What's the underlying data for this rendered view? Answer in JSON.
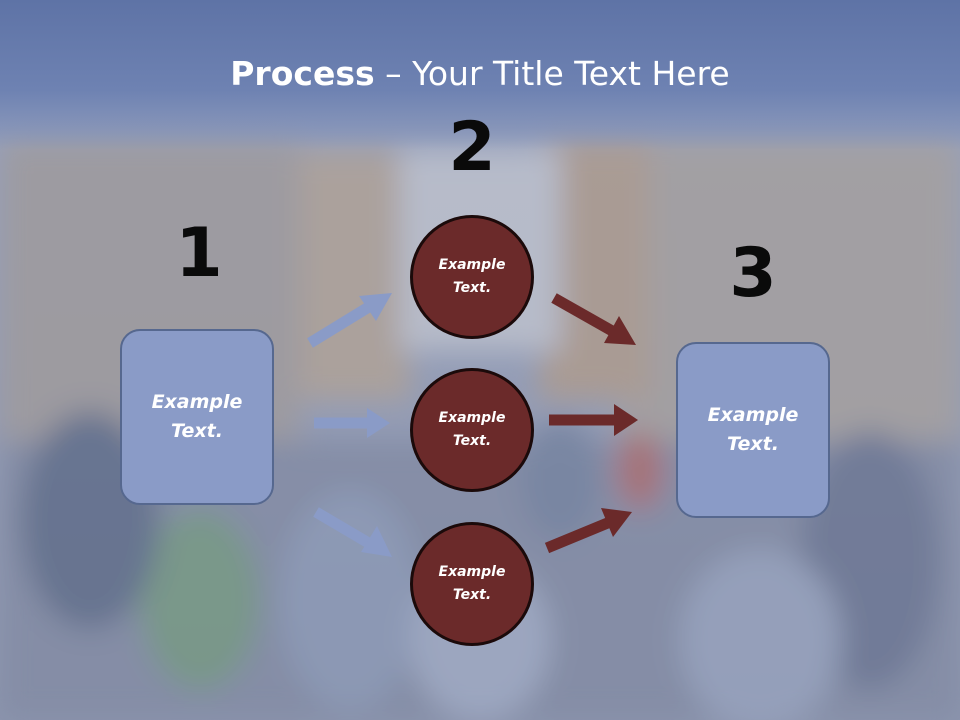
{
  "title": {
    "bold": "Process",
    "rest": " – Your Title Text Here"
  },
  "steps": [
    {
      "number": "1",
      "label": "Example Text."
    },
    {
      "number": "2",
      "label": ""
    },
    {
      "number": "3",
      "label": "Example Text."
    }
  ],
  "circles": [
    {
      "label": "Example Text."
    },
    {
      "label": "Example Text."
    },
    {
      "label": "Example Text."
    }
  ],
  "colors": {
    "header": "#5e73a6",
    "box": "#8a9bc7",
    "circle": "#6b2a2a",
    "blue_arrow": "#8a9bc7",
    "red_arrow": "#6b2a2a"
  }
}
